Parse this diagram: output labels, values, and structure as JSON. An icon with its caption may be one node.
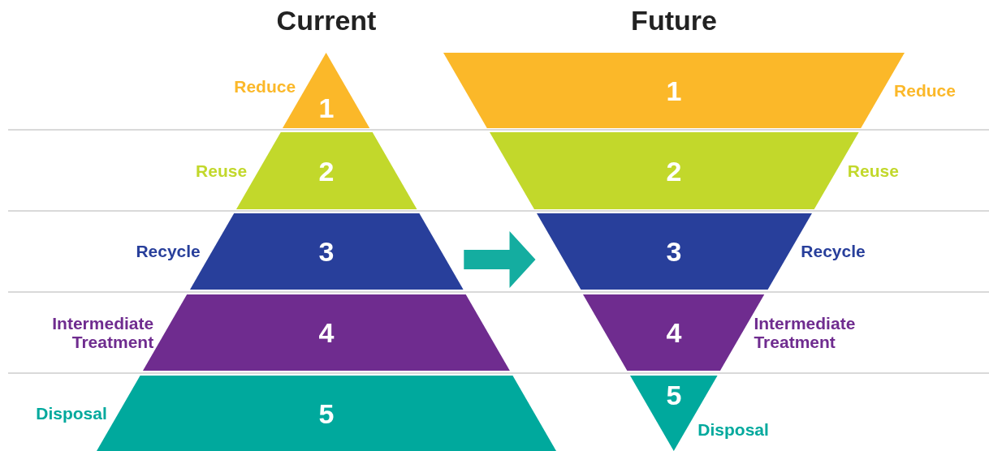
{
  "diagram": {
    "nodes": [
      {
        "text": [
          "Current"
        ]
      },
      {
        "text": [
          "1"
        ],
        "beside": [
          "Reduce"
        ],
        "in": 0
      },
      {
        "text": [
          "2"
        ],
        "beside": [
          "Reuse"
        ],
        "in": 0
      },
      {
        "text": [
          "3"
        ],
        "beside": [
          "Recycle"
        ],
        "in": 0
      },
      {
        "text": [
          "4"
        ],
        "beside": [
          "Intermediate Treatment"
        ],
        "in": 0
      },
      {
        "text": [
          "5"
        ],
        "beside": [
          "Disposal"
        ],
        "in": 0
      },
      {
        "text": [
          "Future"
        ]
      },
      {
        "text": [
          "1"
        ],
        "beside": [
          "Reduce"
        ],
        "in": 6
      },
      {
        "text": [
          "2"
        ],
        "beside": [
          "Reuse"
        ],
        "in": 6
      },
      {
        "text": [
          "3"
        ],
        "beside": [
          "Recycle"
        ],
        "in": 6
      },
      {
        "text": [
          "4"
        ],
        "beside": [
          "Intermediate Treatment"
        ],
        "in": 6
      },
      {
        "text": [
          "5"
        ],
        "beside": [
          "Disposal"
        ],
        "in": 6
      }
    ],
    "edges": [
      {
        "from": 3,
        "to": 9,
        "arrow": "to"
      }
    ]
  }
}
